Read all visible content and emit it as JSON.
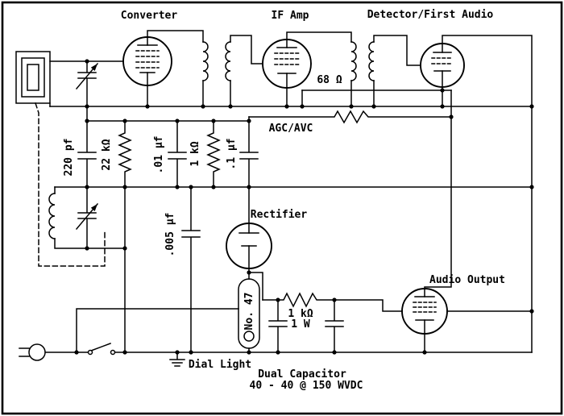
{
  "diagram_type": "vacuum-tube radio receiver schematic",
  "labels": {
    "converter": "Converter",
    "if_amp": "IF Amp",
    "detector": "Detector/First Audio",
    "rectifier": "Rectifier",
    "audio_output": "Audio Output",
    "agc": "AGC/AVC",
    "r68": "68 Ω",
    "c220": "220 pf",
    "r22k": "22 kΩ",
    "c01": ".01 μf",
    "r1k": "1 kΩ",
    "c1uf": ".1 μf",
    "c005": ".005 μf",
    "r1k1w_value": "1 kΩ",
    "r1k1w_power": "1 W",
    "lamp_type": "No. 47",
    "dial_light": "Dial Light",
    "dual_cap": "Dual Capacitor",
    "dual_cap_rating": "40 - 40 @ 150 WVDC"
  },
  "colors": {
    "ink": "#000000",
    "paper": "#ffffff"
  }
}
